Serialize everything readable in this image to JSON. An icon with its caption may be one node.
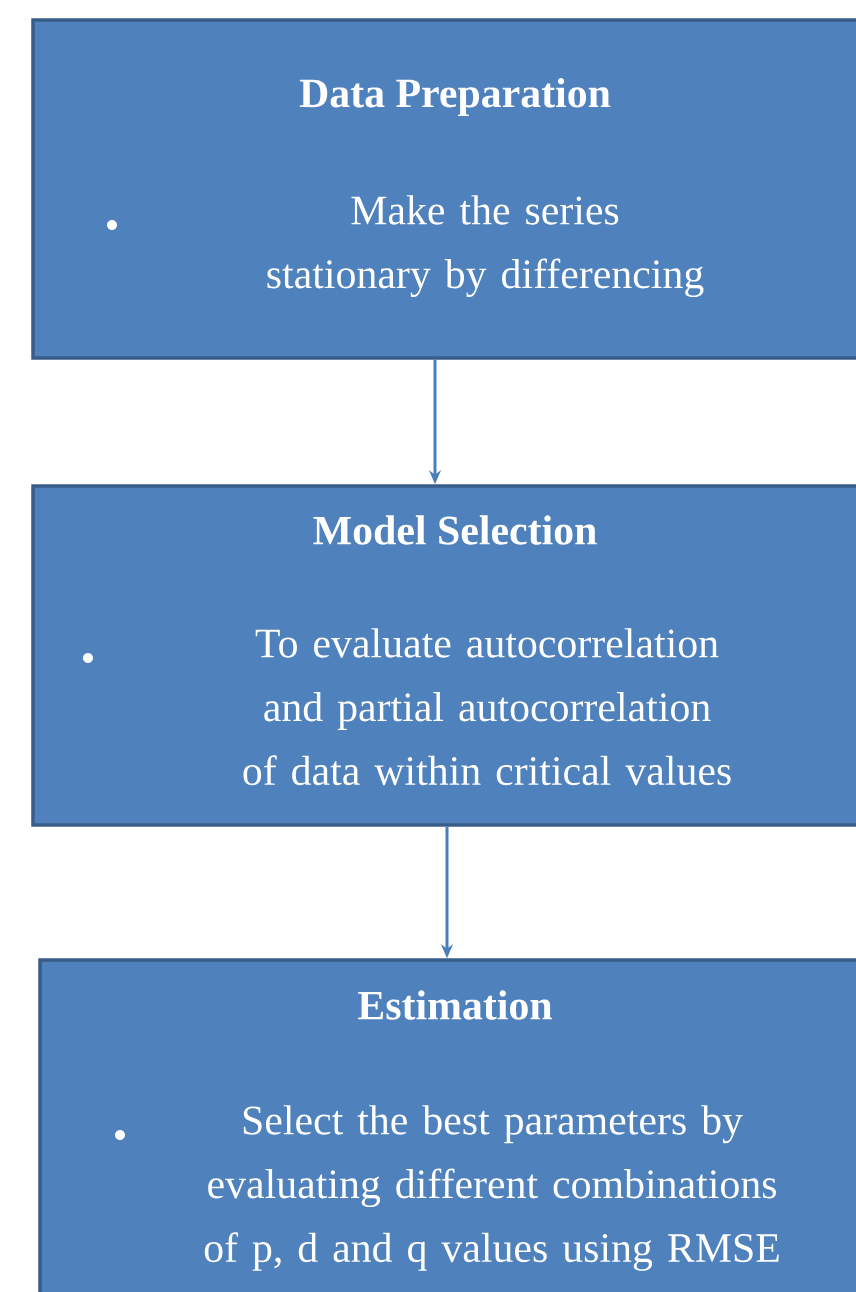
{
  "diagram": {
    "nodes": [
      {
        "text": [
          "Data Preparation",
          "Make the series stationary by differencing"
        ]
      },
      {
        "text": [
          "Model Selection",
          "To evaluate autocorrelation and partial autocorrelation of data within critical values"
        ]
      },
      {
        "text": [
          "Estimation",
          "Select the best parameters by evaluating different combinations of p, d and q values using RMSE"
        ]
      }
    ],
    "edges": [
      {
        "from": 0,
        "to": 1,
        "arrow": "to"
      },
      {
        "from": 1,
        "to": 2,
        "arrow": "to"
      }
    ]
  }
}
